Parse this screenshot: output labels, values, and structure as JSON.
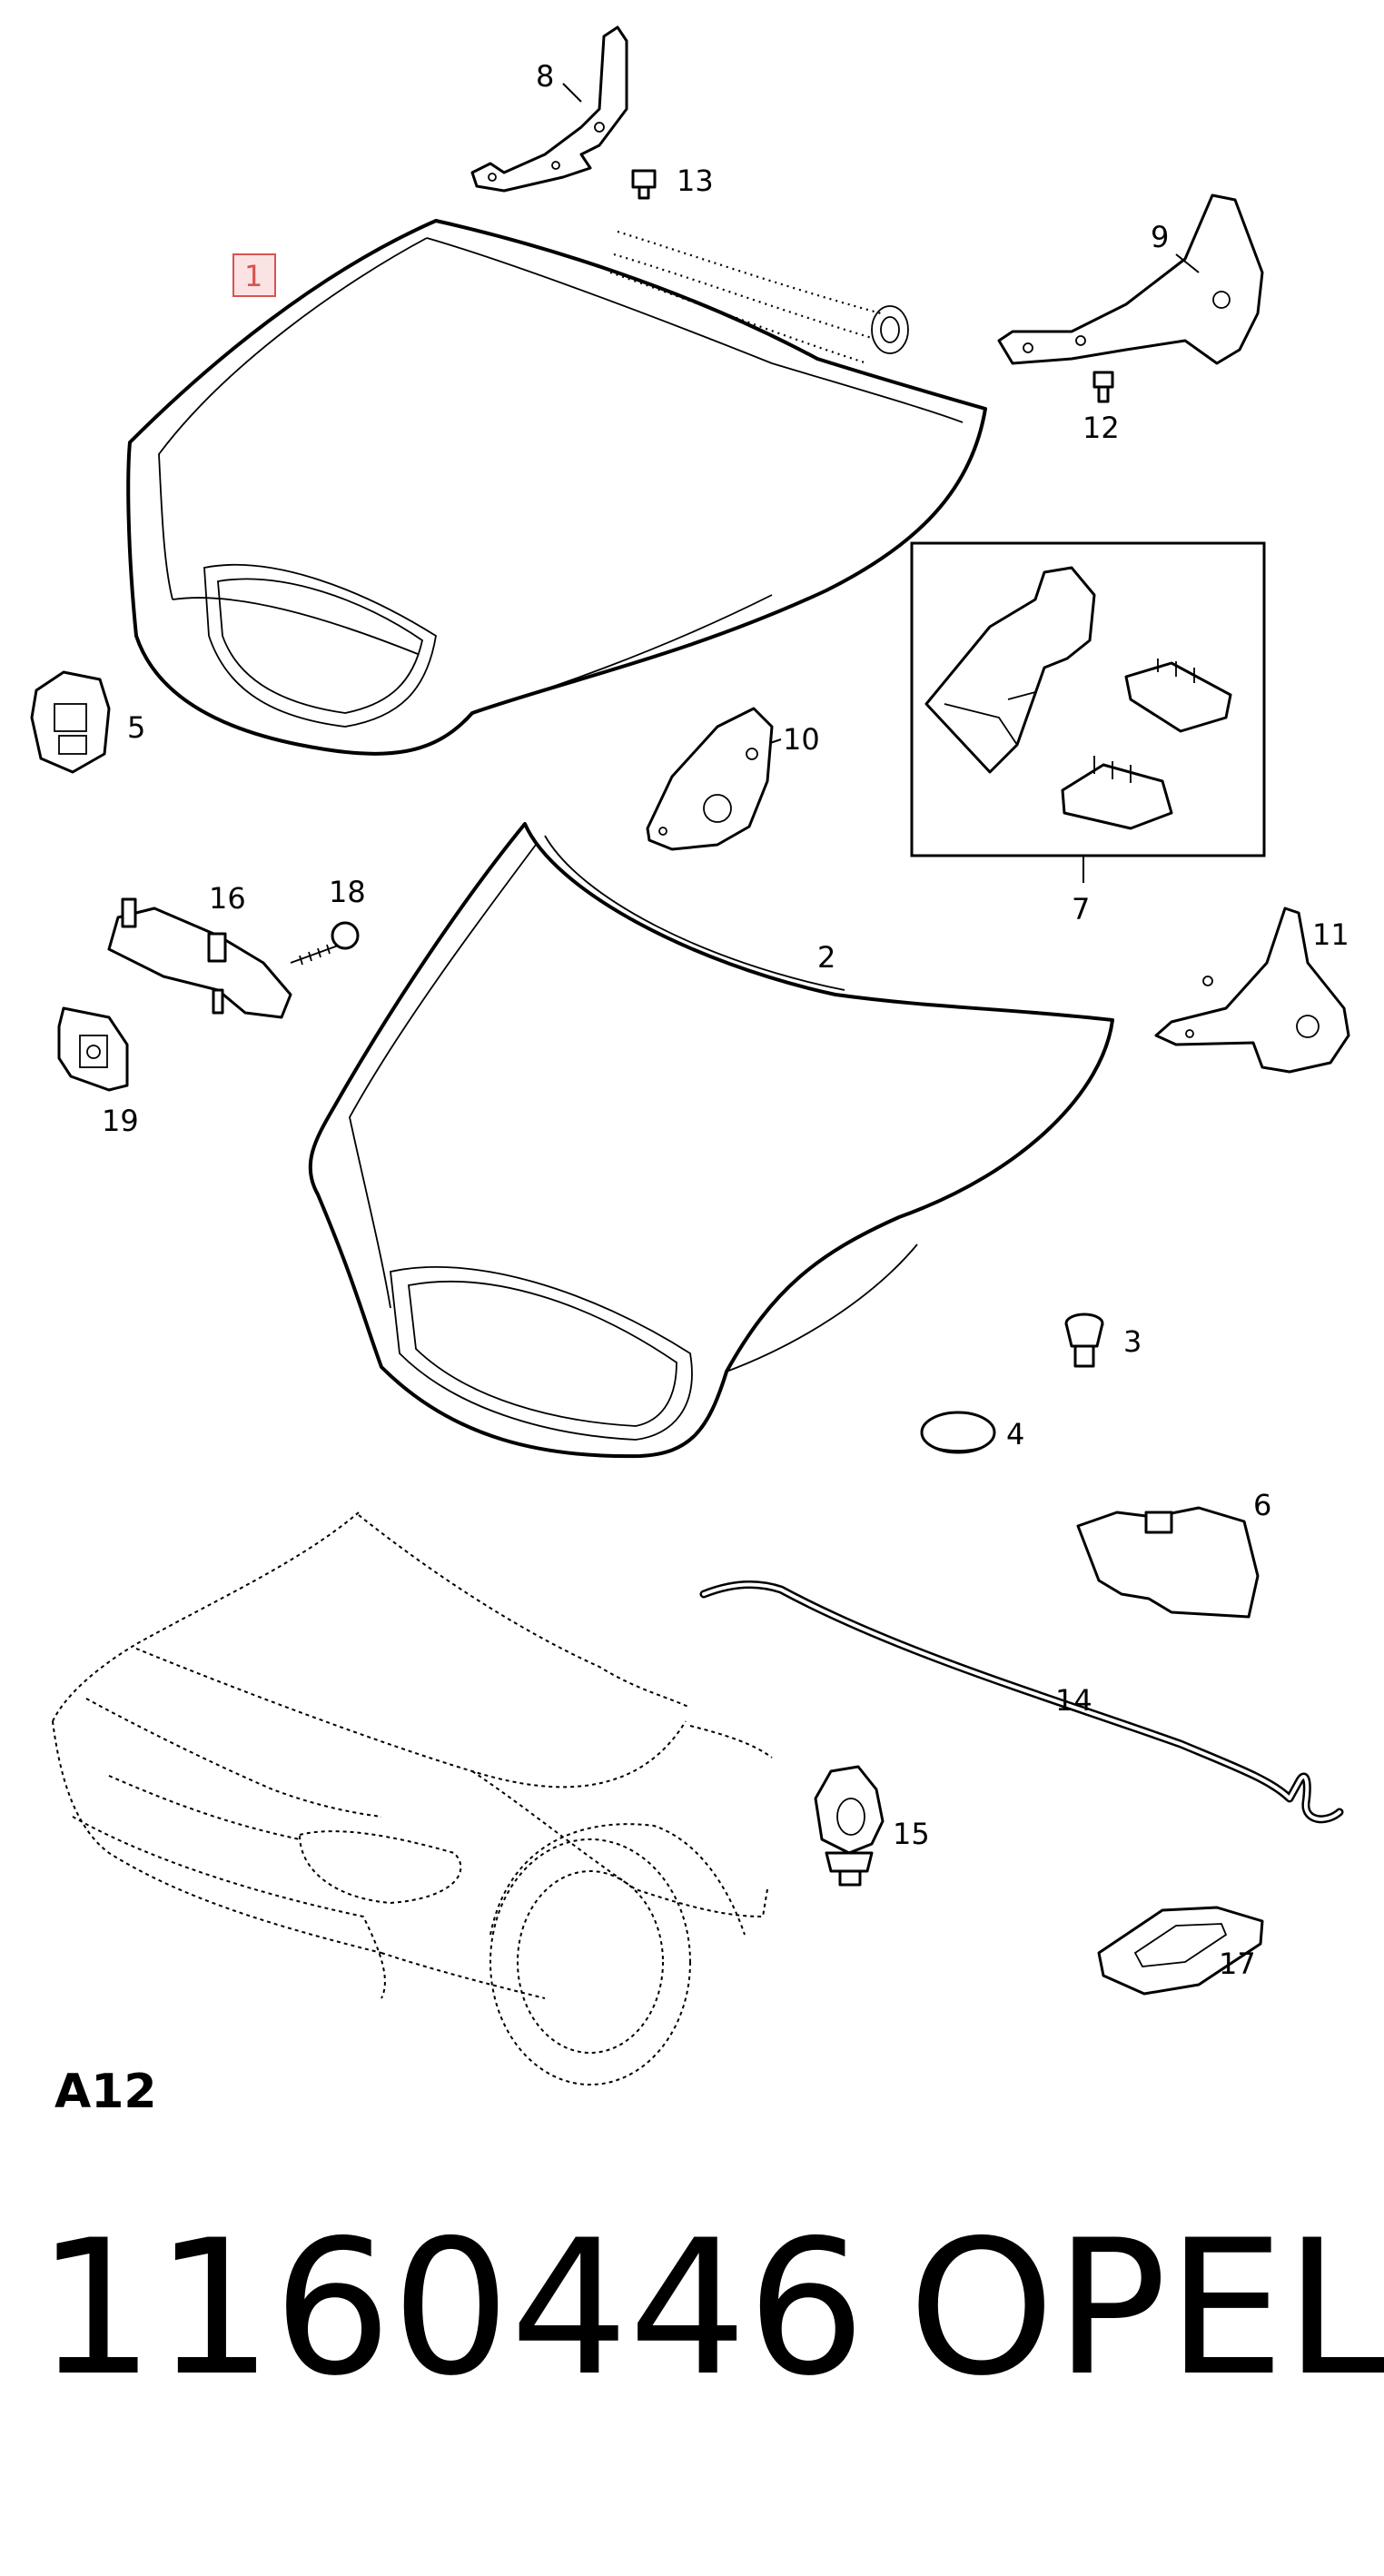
{
  "diagram": {
    "section_code": "A12",
    "callouts": {
      "hood_upper": "1",
      "hood_lower": "2",
      "bump_stop": "3",
      "plug": "4",
      "clip_left": "5",
      "lock_bracket": "6",
      "kit": "7",
      "hinge_8": "8",
      "hinge_9": "9",
      "hinge_10": "10",
      "hinge_11": "11",
      "bolt_12": "12",
      "bolt_13": "13",
      "rod": "14",
      "rod_holder": "15",
      "striker_16": "16",
      "handle_17": "17",
      "screw_18": "18",
      "nut_19": "19"
    }
  },
  "footer": {
    "part_number": "1160446",
    "brand": "OPEL"
  },
  "colors": {
    "highlight": "#d9534f",
    "highlight_fill": "#fbe3e3",
    "line": "#000000"
  }
}
